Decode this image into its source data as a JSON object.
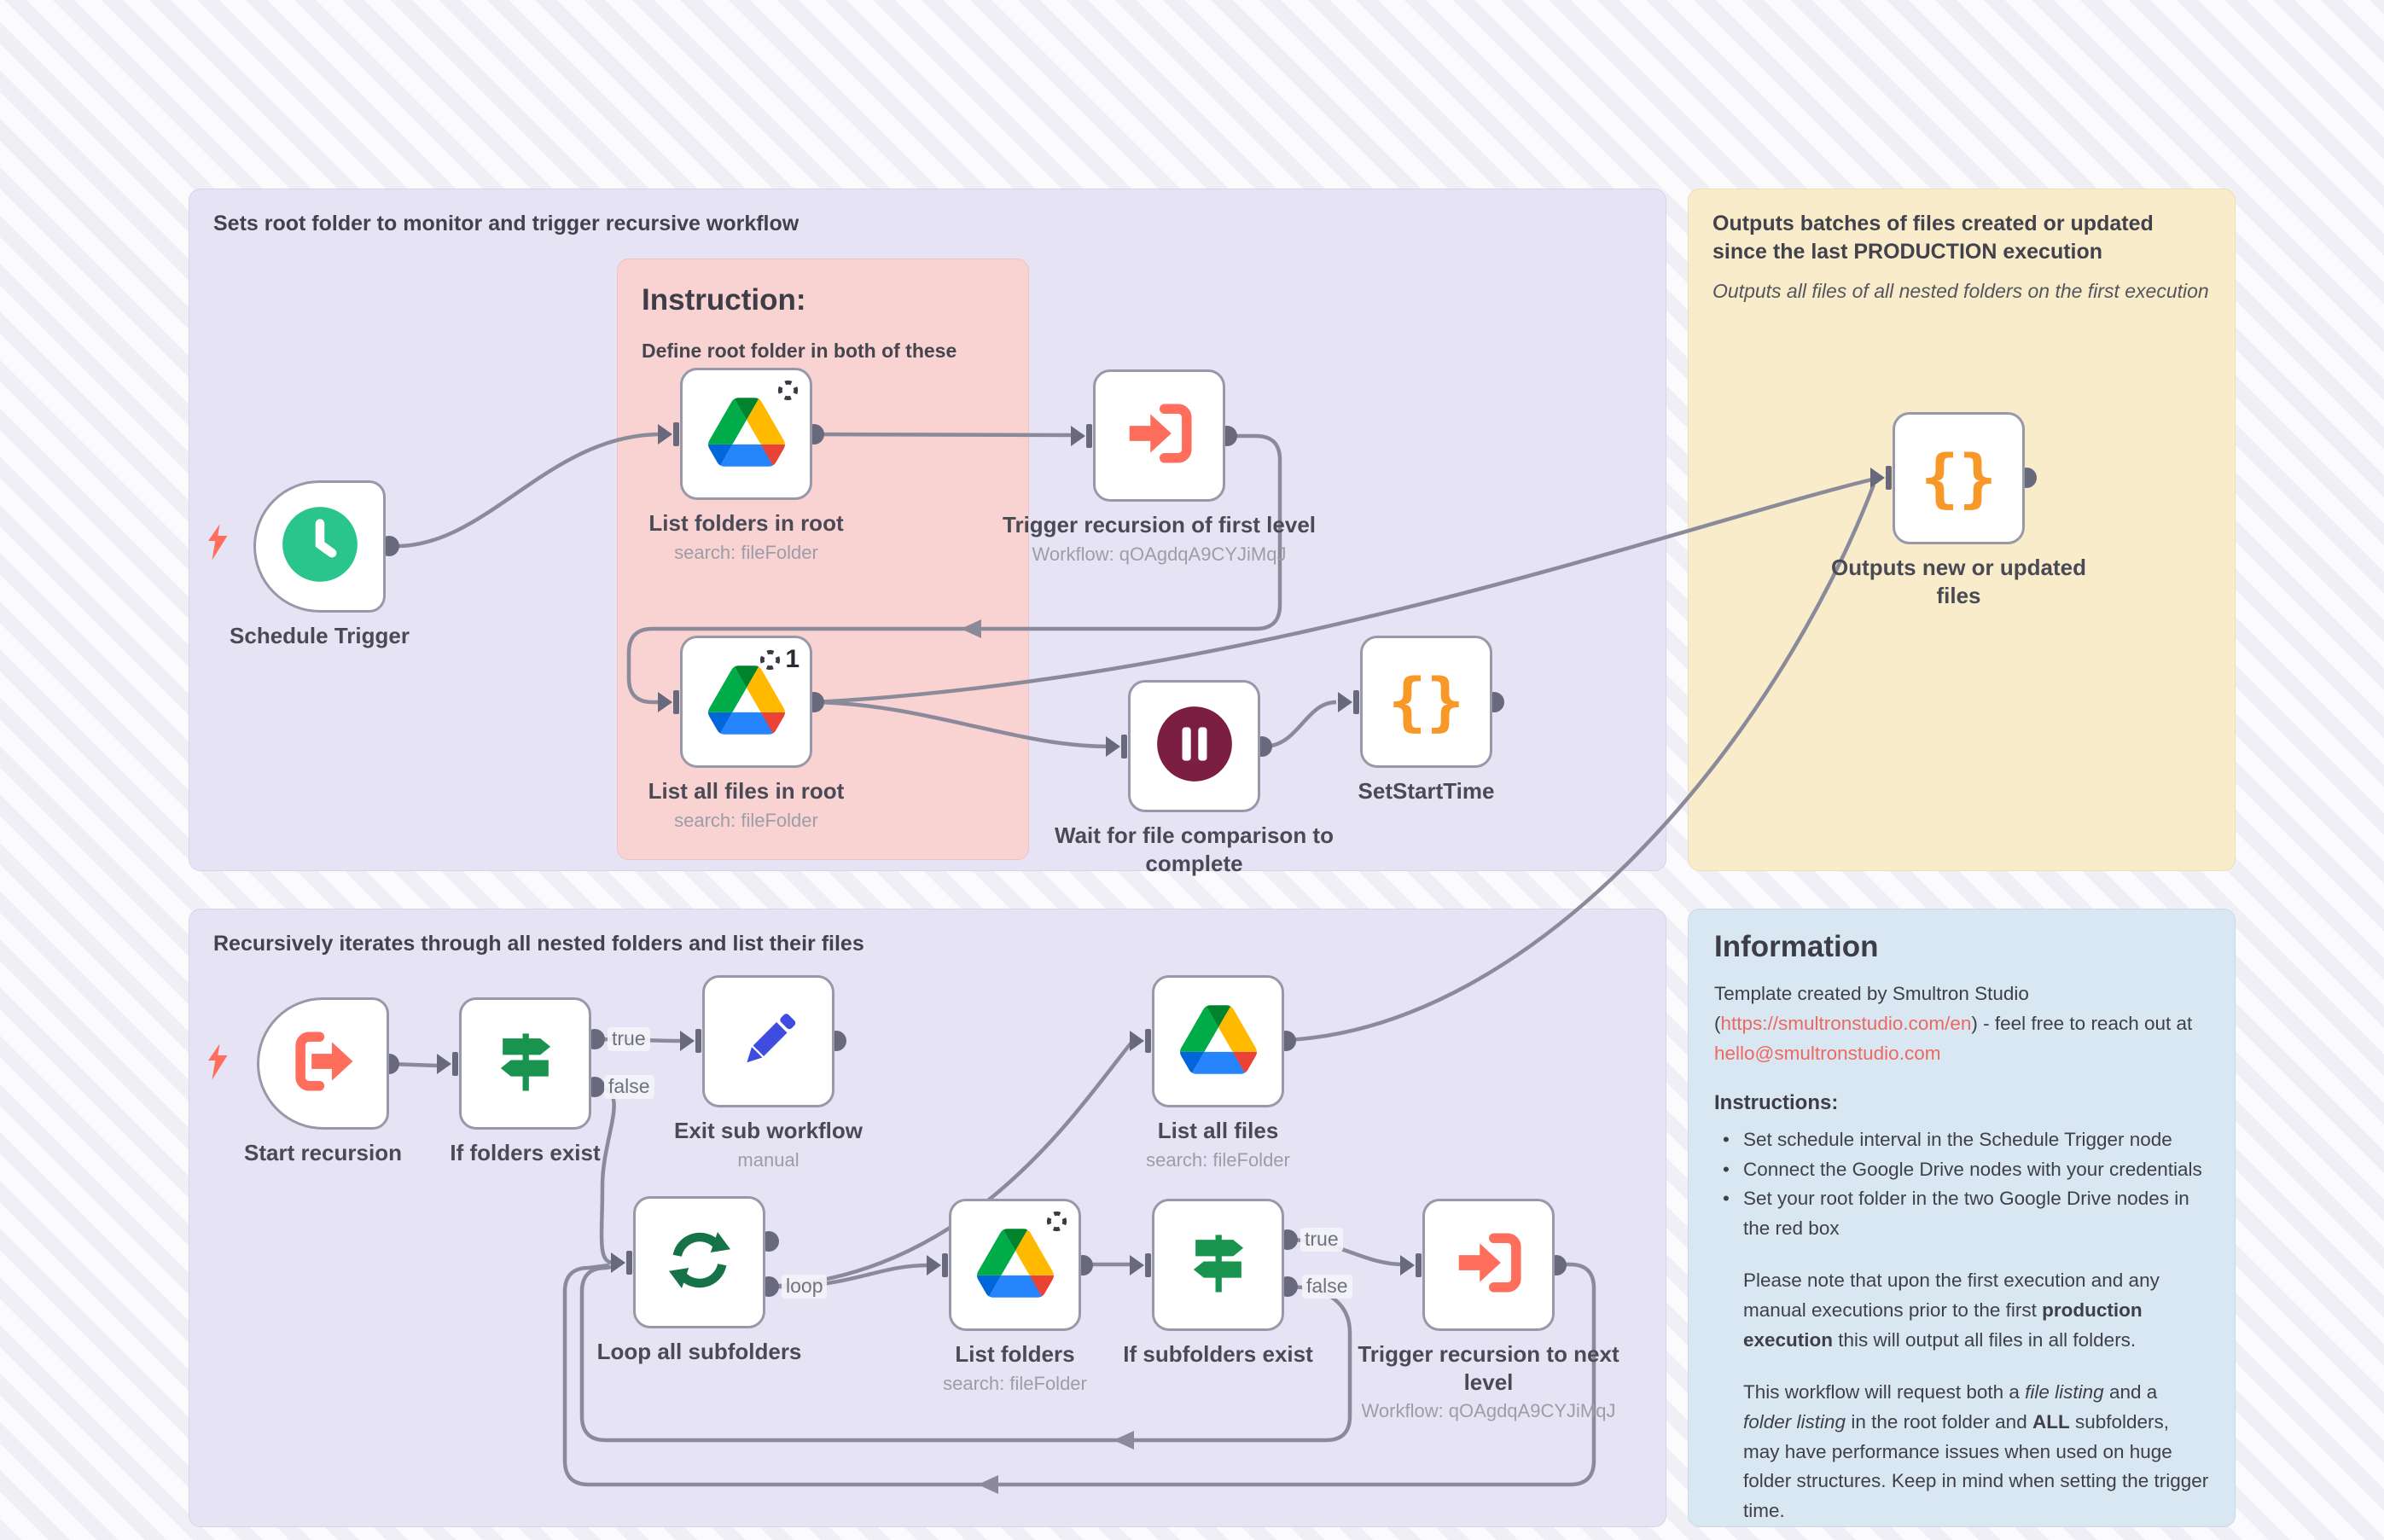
{
  "canvas": {
    "bg": "#fafafc",
    "stripe": "#efeff5",
    "connector": "#8a8a9b",
    "port": "#69697d",
    "accent_red": "#ff6d5c",
    "accent_green": "#29c58c",
    "accent_orange": "#f79827"
  },
  "notes": {
    "monitor": {
      "title": "Sets root folder to monitor and trigger recursive workflow"
    },
    "instruction": {
      "title": "Instruction:",
      "subtitle": "Define root folder in both of these"
    },
    "batches": {
      "title": "Outputs batches of files created or updated since the last PRODUCTION execution",
      "subtitle": "Outputs all files of all nested folders on the first execution"
    },
    "recursive": {
      "title": "Recursively iterates through all nested folders and list their files"
    },
    "information": {
      "title": "Information",
      "intro_1": "Template created by Smultron Studio (",
      "link": "https://smultronstudio.com/en",
      "intro_2": ") - feel free to reach out at ",
      "email": "hello@smultronstudio.com",
      "instructions_heading": "Instructions:",
      "bullets": [
        "Set schedule interval in the Schedule Trigger node",
        "Connect the Google Drive nodes with your credentials",
        "Set your root folder in the two Google Drive nodes in the red box"
      ],
      "note1_1": "Please note that upon the first execution and any manual executions prior to the first ",
      "note1_bold": "production execution",
      "note1_2": " this will output all files in all folders.",
      "note2_1": "This workflow will request both a ",
      "note2_it1": "file listing",
      "note2_2": " and a ",
      "note2_it2": "folder listing",
      "note2_3": " in the root folder and ",
      "note2_bold": "ALL",
      "note2_4": " subfolders, may have performance issues when used on huge folder structures. Keep in mind when setting the trigger time."
    }
  },
  "nodes": {
    "schedule_trigger": {
      "label": "Schedule Trigger"
    },
    "list_folders_root": {
      "label": "List folders in root",
      "sublabel": "search: fileFolder"
    },
    "trigger_recursion_first": {
      "label": "Trigger recursion of first level",
      "sublabel": "Workflow: qOAgdqA9CYJiMqJ"
    },
    "list_all_files_root": {
      "label": "List all files in root",
      "sublabel": "search: fileFolder",
      "badge": "1"
    },
    "wait_comparison": {
      "label": "Wait for file comparison to complete"
    },
    "set_start_time": {
      "label": "SetStartTime"
    },
    "outputs_files": {
      "label": "Outputs new or updated files"
    },
    "start_recursion": {
      "label": "Start recursion"
    },
    "if_folders_exist": {
      "label": "If folders exist"
    },
    "exit_sub_workflow": {
      "label": "Exit sub workflow",
      "sublabel": "manual"
    },
    "list_all_files": {
      "label": "List all files",
      "sublabel": "search: fileFolder"
    },
    "loop_subfolders": {
      "label": "Loop all subfolders"
    },
    "list_folders": {
      "label": "List folders",
      "sublabel": "search: fileFolder"
    },
    "if_subfolders_exist": {
      "label": "If subfolders exist"
    },
    "trigger_recursion_next": {
      "label": "Trigger recursion to next level",
      "sublabel": "Workflow: qOAgdqA9CYJiMqJ"
    }
  },
  "labels": {
    "true": "true",
    "false": "false",
    "loop": "loop"
  },
  "glyphs": {
    "braces": "{}"
  }
}
